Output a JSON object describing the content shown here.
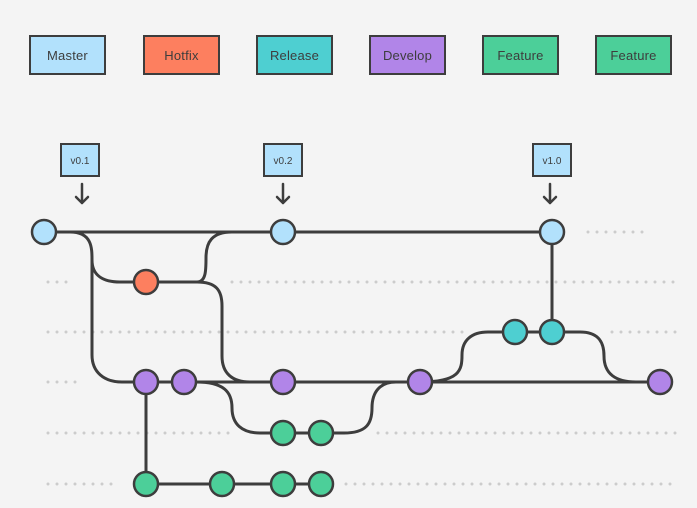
{
  "legend": [
    {
      "label": "Master",
      "color": "#b2e1fc"
    },
    {
      "label": "Hotfix",
      "color": "#fd7f5f"
    },
    {
      "label": "Release",
      "color": "#4ecfd1"
    },
    {
      "label": "Develop",
      "color": "#b185e8"
    },
    {
      "label": "Feature",
      "color": "#4ccf99"
    },
    {
      "label": "Feature",
      "color": "#4ccf99"
    }
  ],
  "tags": [
    {
      "label": "v0.1"
    },
    {
      "label": "v0.2"
    },
    {
      "label": "v1.0"
    }
  ],
  "colors": {
    "stroke": "#3d3d3d",
    "dots": "#cccccc",
    "background": "#f4f4f4"
  }
}
